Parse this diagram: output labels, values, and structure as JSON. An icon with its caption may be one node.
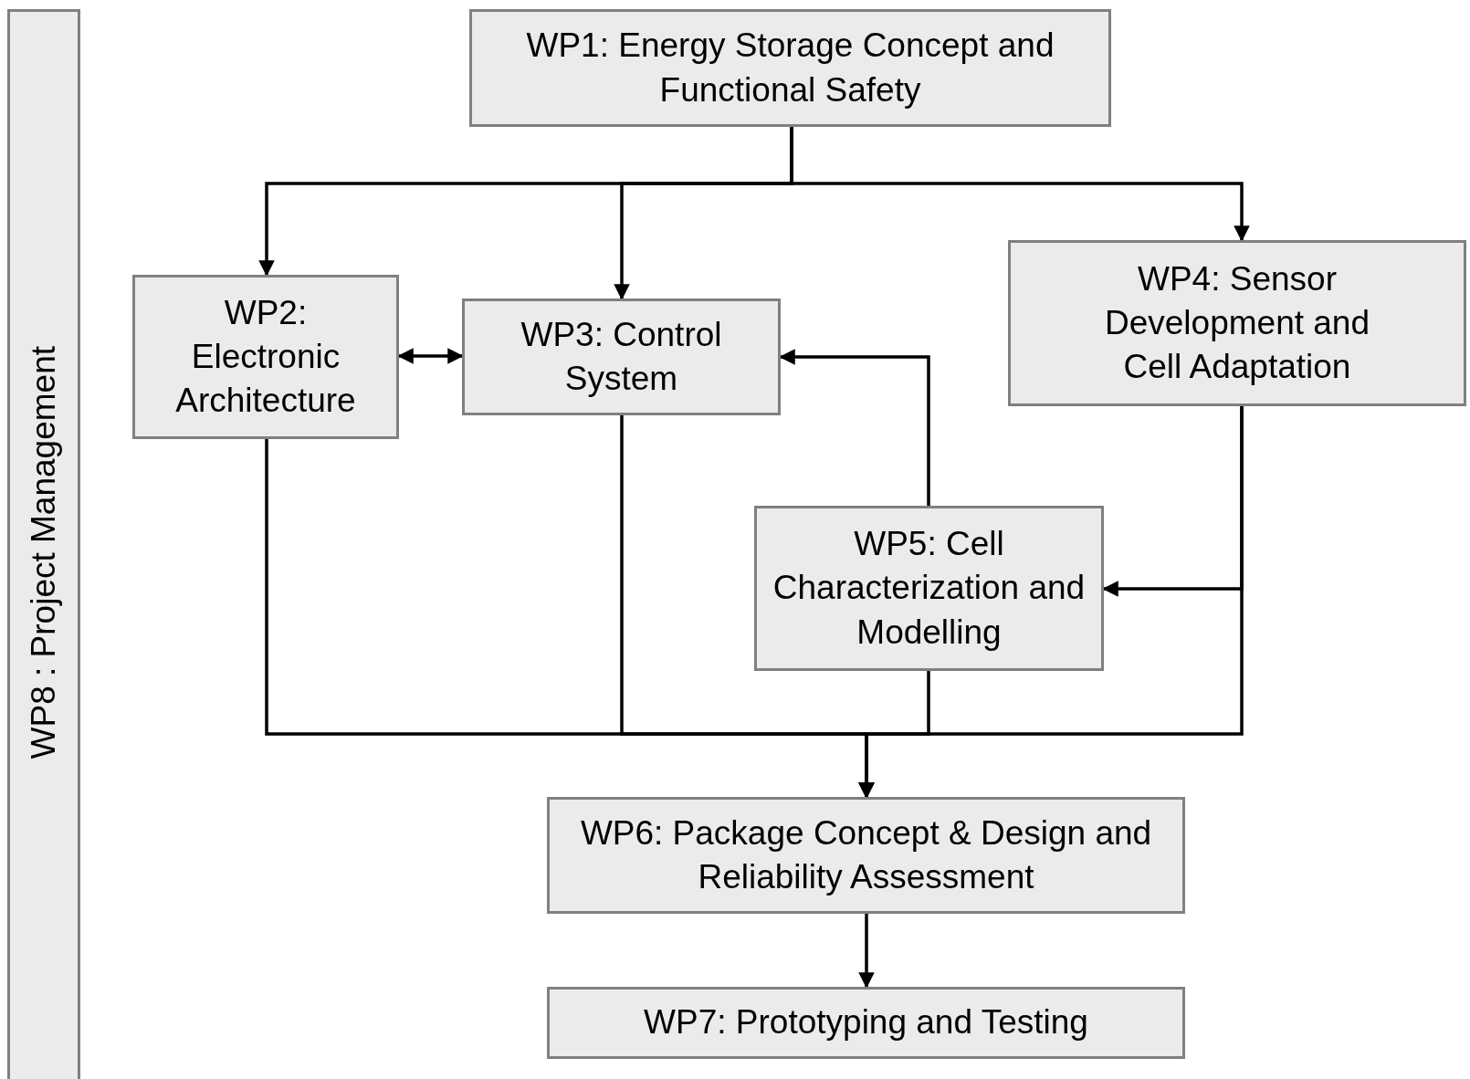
{
  "diagram": {
    "nodes": [
      {
        "text": [
          "WP1: Energy Storage Concept and Functional Safety"
        ]
      },
      {
        "text": [
          "WP2: Electronic Architecture"
        ]
      },
      {
        "text": [
          "WP3: Control System"
        ]
      },
      {
        "text": [
          "WP4: Sensor Development and Cell Adaptation"
        ]
      },
      {
        "text": [
          "WP5: Cell Characterization and Modelling"
        ]
      },
      {
        "text": [
          "WP6: Package Concept & Design and Reliability Assessment"
        ]
      },
      {
        "text": [
          "WP7: Prototyping and Testing"
        ]
      },
      {
        "text": [
          "WP8 : Project Management"
        ]
      }
    ],
    "edges": [
      {
        "from": 0,
        "to": 1,
        "arrow": "to"
      },
      {
        "from": 0,
        "to": 2,
        "arrow": "to"
      },
      {
        "from": 0,
        "to": 3,
        "arrow": "to"
      },
      {
        "from": 1,
        "to": 2,
        "arrow": "both"
      },
      {
        "from": 4,
        "to": 2,
        "arrow": "to"
      },
      {
        "from": 3,
        "to": 4,
        "arrow": "to"
      },
      {
        "from": 1,
        "to": 5,
        "arrow": "to"
      },
      {
        "from": 2,
        "to": 5,
        "arrow": "to"
      },
      {
        "from": 4,
        "to": 5,
        "arrow": "to"
      },
      {
        "from": 3,
        "to": 5,
        "arrow": "to"
      },
      {
        "from": 5,
        "to": 6,
        "arrow": "to"
      }
    ]
  }
}
